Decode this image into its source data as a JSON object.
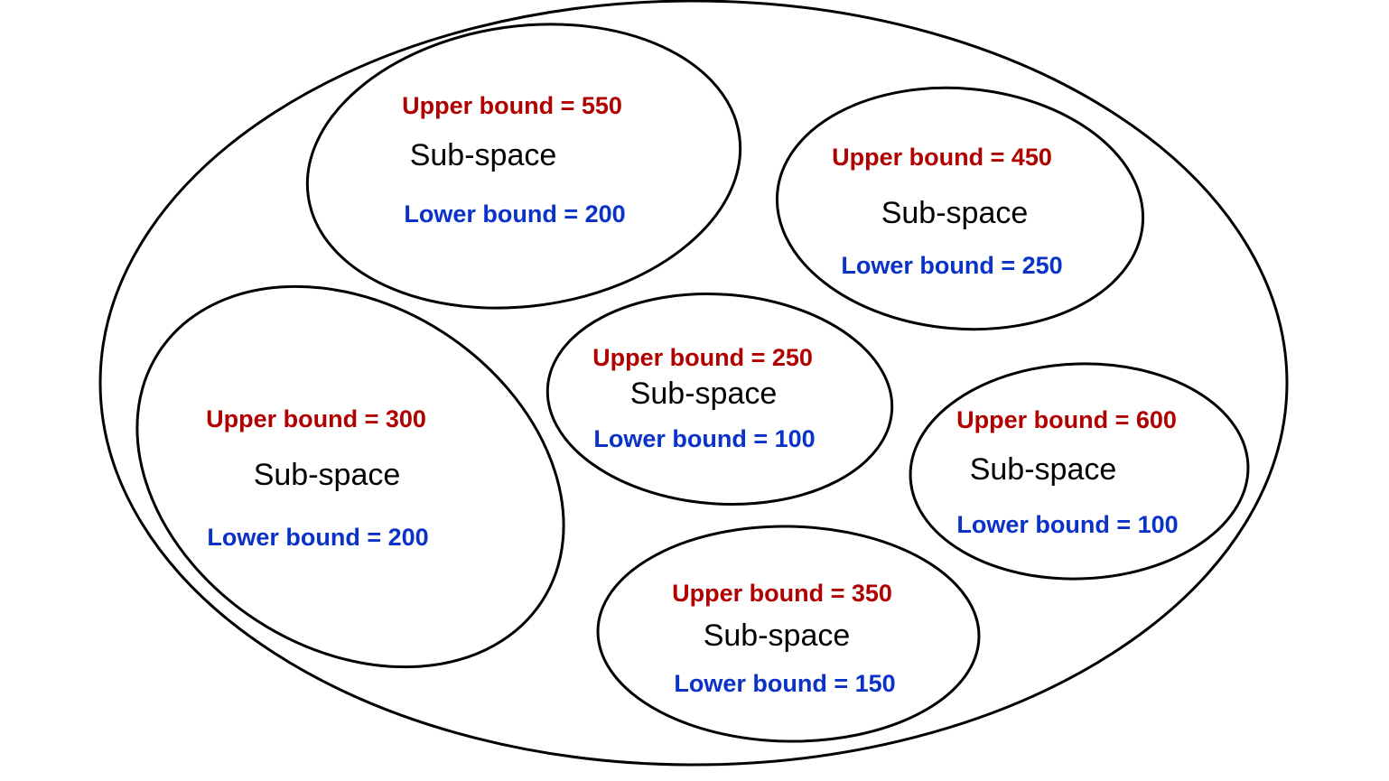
{
  "colors": {
    "upper_bound": "#b00000",
    "lower_bound": "#0a32c8",
    "outline": "#000000"
  },
  "subspaces": [
    {
      "name": "Sub-space",
      "upper": "Upper bound = 550",
      "lower": "Lower bound = 200"
    },
    {
      "name": "Sub-space",
      "upper": "Upper bound = 450",
      "lower": "Lower bound = 250"
    },
    {
      "name": "Sub-space",
      "upper": "Upper bound = 250",
      "lower": "Lower bound = 100"
    },
    {
      "name": "Sub-space",
      "upper": "Upper bound = 300",
      "lower": "Lower bound = 200"
    },
    {
      "name": "Sub-space",
      "upper": "Upper bound = 600",
      "lower": "Lower bound = 100"
    },
    {
      "name": "Sub-space",
      "upper": "Upper bound = 350",
      "lower": "Lower bound = 150"
    }
  ]
}
